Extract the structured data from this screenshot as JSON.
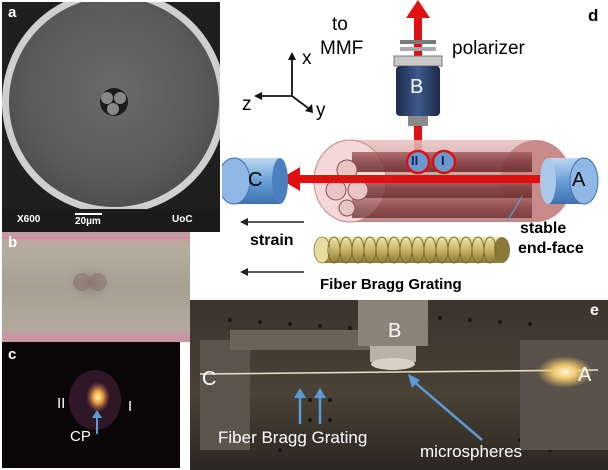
{
  "panels": {
    "a": {
      "letter": "a",
      "magnification": "X600",
      "scale_bar": "20µm",
      "institution": "UoC"
    },
    "b": {
      "letter": "b"
    },
    "c": {
      "letter": "c",
      "core_2": "II",
      "core_1": "I",
      "center": "CP"
    },
    "d": {
      "letter": "d",
      "to_line1": "to",
      "to_line2": "MMF",
      "polarizer": "polarizer",
      "objective_b": "B",
      "objective_a": "A",
      "objective_c": "C",
      "axis_x": "x",
      "axis_y": "y",
      "axis_z": "z",
      "core_2": "II",
      "core_1": "I",
      "strain": "strain",
      "stable_1": "stable",
      "stable_2": "end-face",
      "fbg_caption": "Fiber Bragg Grating"
    },
    "e": {
      "letter": "e",
      "label_b": "B",
      "label_a": "A",
      "label_c": "C",
      "fbg": "Fiber Bragg Grating",
      "microspheres": "microspheres"
    }
  },
  "colors": {
    "beam": "#e01010",
    "objective_blue": "#4a88c8",
    "fiber_pink": "#c98a8a",
    "arrow_blue": "#5b9bd5"
  }
}
